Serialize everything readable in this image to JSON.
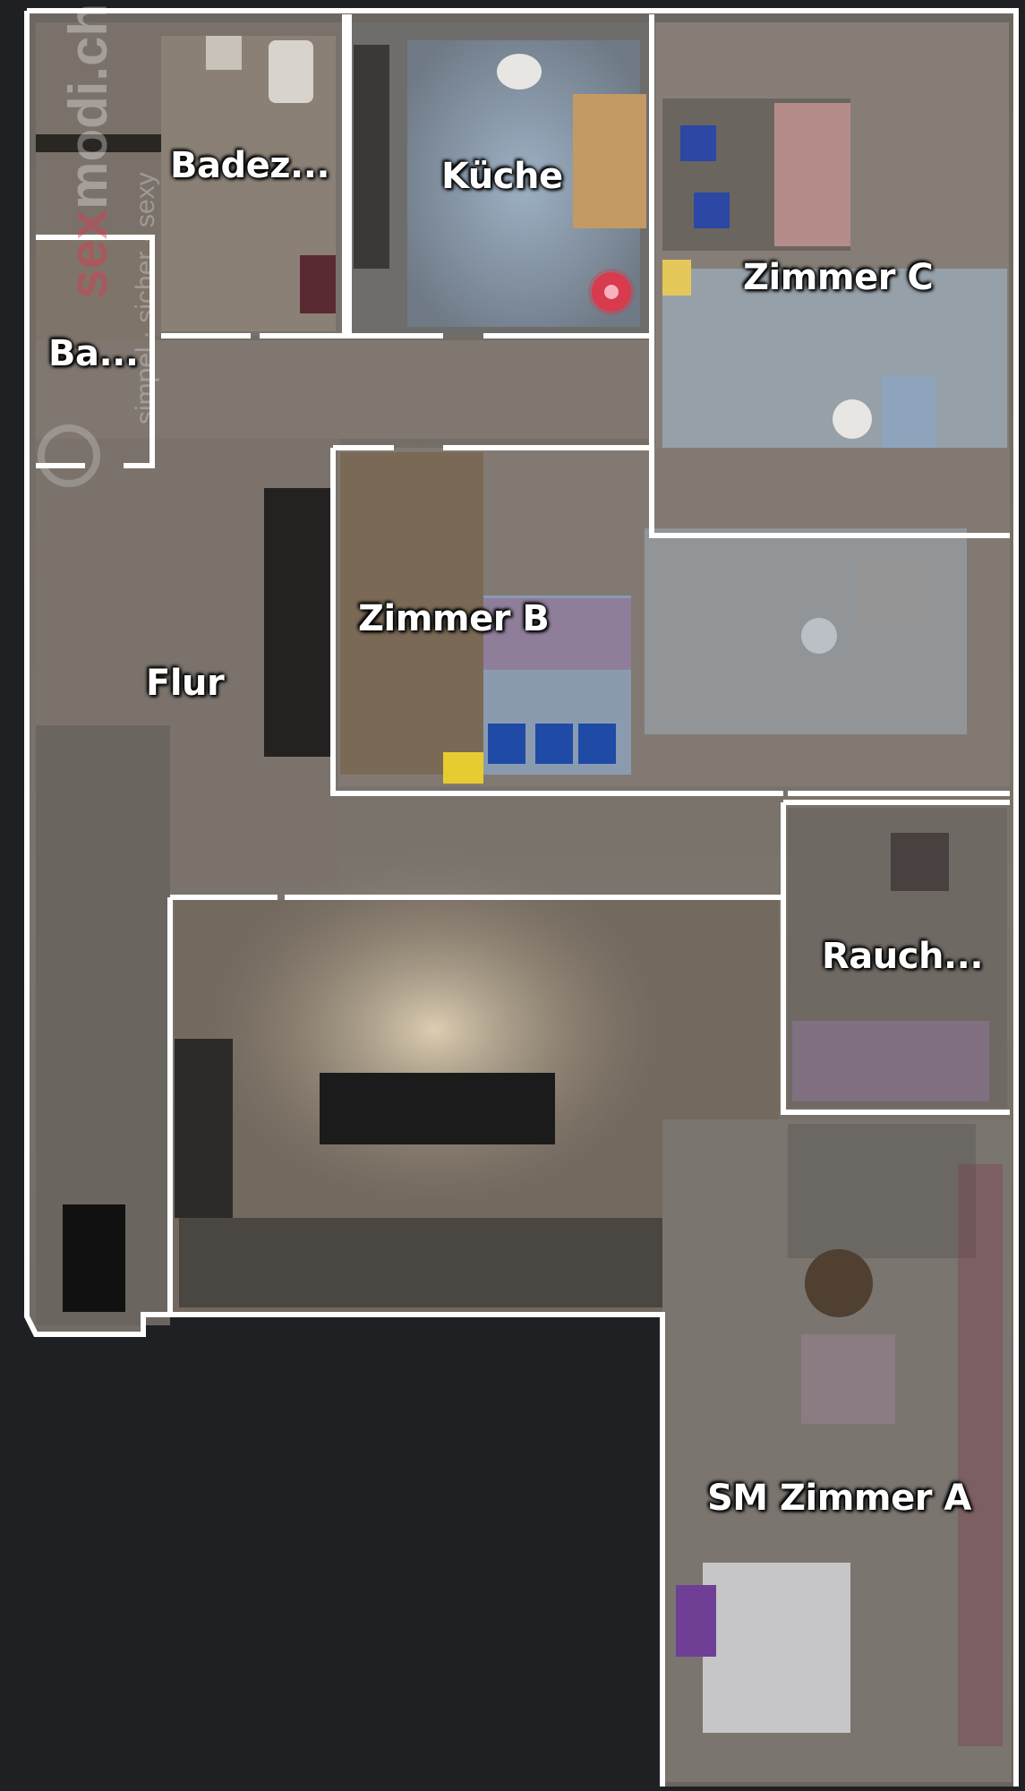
{
  "rooms": {
    "badezimmer_1": "Badez...",
    "badezimmer_2": "Ba...",
    "kueche": "Küche",
    "zimmer_c": "Zimmer C",
    "flur": "Flur",
    "zimmer_b": "Zimmer B",
    "raucherzimmer": "Rauch...",
    "sm_zimmer_a": "SM Zimmer A"
  },
  "watermark": {
    "brand_prefix": "sex",
    "brand_suffix": "modi.ch",
    "tagline": "simpel · sicher · sexy"
  },
  "colors": {
    "background": "#1f2023",
    "wall": "#ffffff",
    "marker": "#d83a4e"
  },
  "icons": {
    "location_marker": "target-marker-icon",
    "watermark_logo": "logo-icon"
  }
}
